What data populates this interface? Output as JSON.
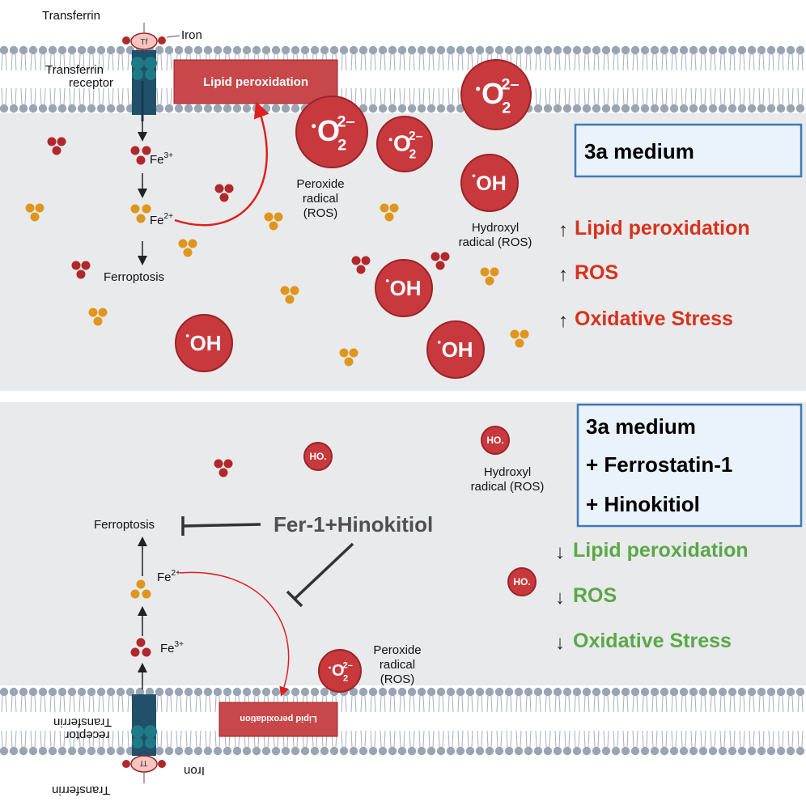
{
  "colors": {
    "cytoplasm": "#e9eaec",
    "membrane_head": "#9aa5b3",
    "radical": "#c8393d",
    "radical_edge": "#9c2328",
    "iron_red": "#b0282c",
    "iron_orange": "#e0961c",
    "up_red": "#d8321c",
    "down_green": "#5aa847",
    "box_fill": "#eaf3fb",
    "box_border": "#3d7ab8",
    "lipid_box": "#c8474a",
    "inhibitor_text": "#4f4f4f"
  },
  "top_panel": {
    "transferrin_label": "Transferrin",
    "tf_label": "Tf",
    "iron_label": "Iron",
    "receptor_label_1": "Transferrin",
    "receptor_label_2": "receptor",
    "lipid_box_label": "Lipid peroxidation",
    "fe3": "Fe",
    "fe3_sup": "3+",
    "fe2": "Fe",
    "fe2_sup": "2+",
    "ferroptosis": "Ferroptosis",
    "peroxide_1": "Peroxide",
    "peroxide_2": "radical",
    "peroxide_3": "(ROS)",
    "hydroxyl_1": "Hydroxyl",
    "hydroxyl_2": "radical (ROS)",
    "box_title": "3a medium",
    "effects": [
      "Lipid peroxidation",
      "ROS",
      "Oxidative Stress"
    ],
    "effect_arrow": "↑"
  },
  "bottom_panel": {
    "box_lines": [
      "3a medium",
      "+ Ferrostatin-1",
      "+ Hinokitiol"
    ],
    "hydroxyl_1": "Hydroxyl",
    "hydroxyl_2": "radical (ROS)",
    "ferroptosis": "Ferroptosis",
    "inhibitor": "Fer-1+Hinokitiol",
    "fe2": "Fe",
    "fe2_sup": "2+",
    "fe3": "Fe",
    "fe3_sup": "3+",
    "peroxide_1": "Peroxide",
    "peroxide_2": "radical",
    "peroxide_3": "(ROS)",
    "lipid_box_label": "Lipid peroxidation",
    "receptor_label_1": "Transferrin",
    "receptor_label_2": "receptor",
    "tf_label": "Tf",
    "iron_label": "Iron",
    "transferrin_label": "Transferrin",
    "effects": [
      "Lipid peroxidation",
      "ROS",
      "Oxidative Stress"
    ],
    "effect_arrow": "↓"
  },
  "radicals": {
    "superoxide_main": "O",
    "superoxide_sub": "2",
    "superoxide_sup": "2–",
    "hydroxyl": "OH",
    "hydroxyl_alt": "HO."
  }
}
